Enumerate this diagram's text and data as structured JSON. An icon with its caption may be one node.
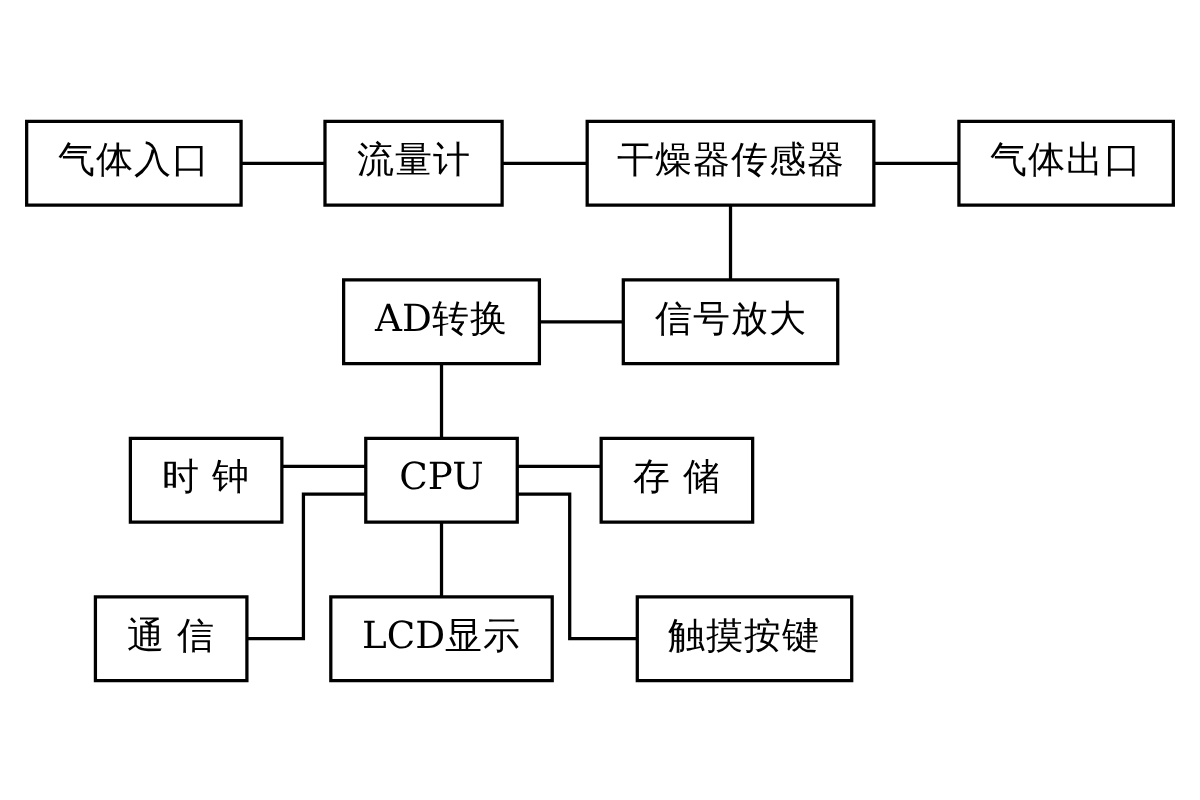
{
  "diagram": {
    "nodes": [
      {
        "text": [
          "气体入口"
        ]
      },
      {
        "text": [
          "流量计"
        ]
      },
      {
        "text": [
          "干燥器传感器"
        ]
      },
      {
        "text": [
          "气体出口"
        ]
      },
      {
        "text": [
          "AD转换"
        ]
      },
      {
        "text": [
          "信号放大"
        ]
      },
      {
        "text": [
          "时 钟"
        ]
      },
      {
        "text": [
          "CPU"
        ]
      },
      {
        "text": [
          "存 储"
        ]
      },
      {
        "text": [
          "通 信"
        ]
      },
      {
        "text": [
          "LCD显示"
        ]
      },
      {
        "text": [
          "触摸按键"
        ]
      }
    ],
    "edges": [
      {
        "from": 0,
        "to": 1,
        "arrow": "none"
      },
      {
        "from": 1,
        "to": 2,
        "arrow": "none"
      },
      {
        "from": 2,
        "to": 3,
        "arrow": "none"
      },
      {
        "from": 2,
        "to": 5,
        "arrow": "none"
      },
      {
        "from": 4,
        "to": 5,
        "arrow": "none"
      },
      {
        "from": 4,
        "to": 7,
        "arrow": "none"
      },
      {
        "from": 6,
        "to": 7,
        "arrow": "none"
      },
      {
        "from": 7,
        "to": 8,
        "arrow": "none"
      },
      {
        "from": 7,
        "to": 9,
        "arrow": "none"
      },
      {
        "from": 7,
        "to": 10,
        "arrow": "none"
      },
      {
        "from": 7,
        "to": 11,
        "arrow": "none"
      }
    ]
  }
}
